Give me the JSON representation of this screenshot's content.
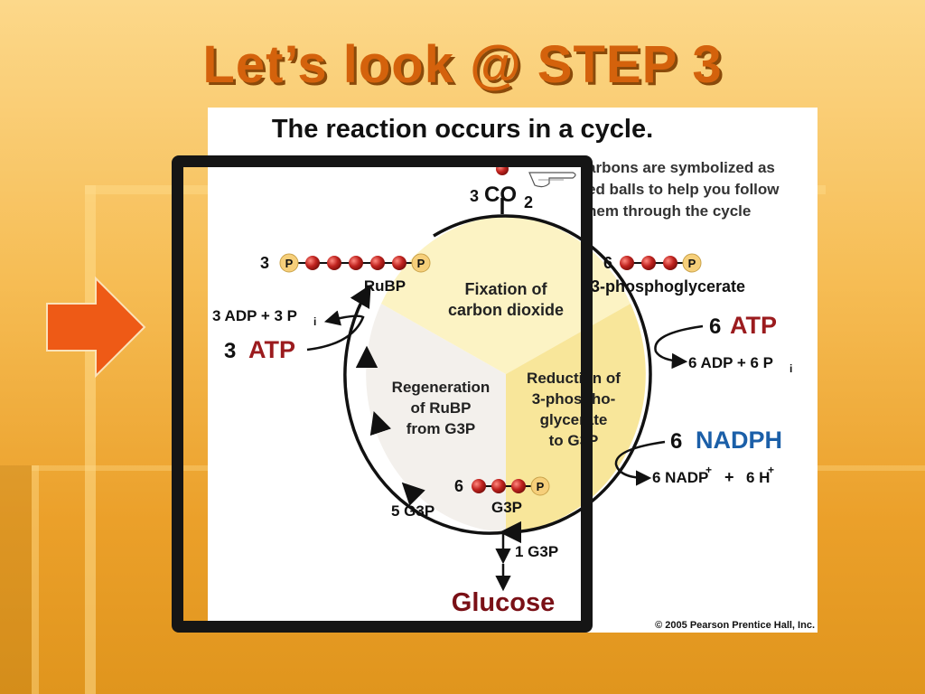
{
  "slide": {
    "title": "Let’s look @ STEP 3"
  },
  "icons": {
    "arrow": "right-arrow-icon",
    "hand": "pointing-hand-icon"
  },
  "colors": {
    "title": "#d4620c",
    "arrow": "#ee5a16",
    "atp_red": "#9b1b1e",
    "nadph_blue": "#1b5fa8",
    "molecule_red": "#c0231f",
    "phosphate": "#f6cf7a"
  },
  "diagram": {
    "heading": "The reaction occurs in a cycle.",
    "note": {
      "line1": "arbons are symbolized as",
      "line2": "ed balls to help you follow",
      "line3": "hem through the cycle"
    },
    "co2": {
      "count": "3",
      "label": "CO",
      "sub": "2"
    },
    "rubp": {
      "count": "3",
      "p": "P",
      "label": "RuBP"
    },
    "pga": {
      "count": "6",
      "p": "P",
      "label": "3-phosphoglycerate"
    },
    "g3p": {
      "count": "6",
      "p": "P",
      "label": "G3P"
    },
    "stages": {
      "fixation": {
        "line1": "Fixation of",
        "line2": "carbon dioxide"
      },
      "reduction": {
        "line1": "Reduction of",
        "line2": "3-phospho-",
        "line3": "glycerate",
        "line4": "to G3P"
      },
      "regeneration": {
        "line1": "Regeneration",
        "line2": "of RuBP",
        "line3": "from G3P"
      }
    },
    "left_inputs": {
      "adp_text": "3 ADP  +  3 P",
      "pi_sub": "i",
      "atp_count": "3",
      "atp_label": "ATP"
    },
    "right_inputs": {
      "atp_count": "6",
      "atp_label": "ATP",
      "adp_text": "6 ADP  +  6 P",
      "pi_sub": "i",
      "nadph_count": "6",
      "nadph_label": "NADPH",
      "nadp_text": "6 NADP",
      "nadp_sup": "+",
      "plus": "+",
      "h_text": "6 H",
      "h_sup": "+"
    },
    "outputs": {
      "g3p_5": "5 G3P",
      "g3p_1": "1 G3P",
      "glucose": "Glucose"
    },
    "copyright": "© 2005 Pearson Prentice Hall, Inc."
  }
}
